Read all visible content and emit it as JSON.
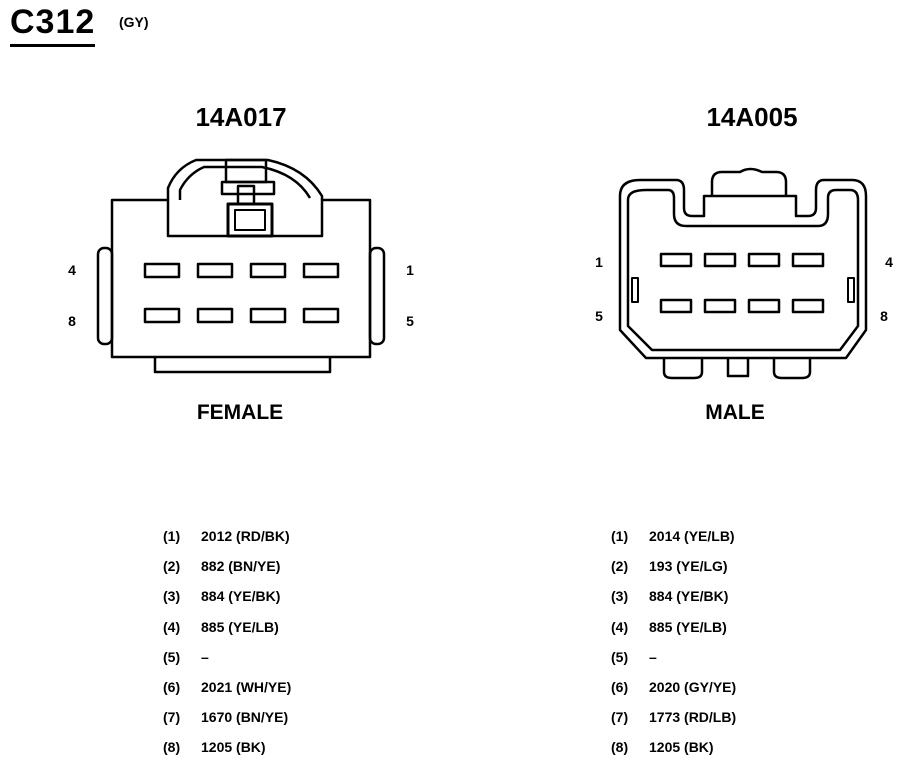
{
  "connector": {
    "id": "C312",
    "color": "(GY)"
  },
  "female": {
    "part_number": "14A017",
    "gender": "FEMALE",
    "pin_labels": {
      "top_left": "4",
      "top_right": "1",
      "bottom_left": "8",
      "bottom_right": "5"
    },
    "pins": [
      {
        "num": "(1)",
        "wire": "2012 (RD/BK)"
      },
      {
        "num": "(2)",
        "wire": "882 (BN/YE)"
      },
      {
        "num": "(3)",
        "wire": "884 (YE/BK)"
      },
      {
        "num": "(4)",
        "wire": "885 (YE/LB)"
      },
      {
        "num": "(5)",
        "wire": "–"
      },
      {
        "num": "(6)",
        "wire": "2021 (WH/YE)"
      },
      {
        "num": "(7)",
        "wire": "1670 (BN/YE)"
      },
      {
        "num": "(8)",
        "wire": "1205 (BK)"
      }
    ]
  },
  "male": {
    "part_number": "14A005",
    "gender": "MALE",
    "pin_labels": {
      "top_left": "1",
      "top_right": "4",
      "bottom_left": "5",
      "bottom_right": "8"
    },
    "pins": [
      {
        "num": "(1)",
        "wire": "2014 (YE/LB)"
      },
      {
        "num": "(2)",
        "wire": "193 (YE/LG)"
      },
      {
        "num": "(3)",
        "wire": "884 (YE/BK)"
      },
      {
        "num": "(4)",
        "wire": "885 (YE/LB)"
      },
      {
        "num": "(5)",
        "wire": "–"
      },
      {
        "num": "(6)",
        "wire": "2020 (GY/YE)"
      },
      {
        "num": "(7)",
        "wire": "1773 (RD/LB)"
      },
      {
        "num": "(8)",
        "wire": "1205 (BK)"
      }
    ]
  }
}
